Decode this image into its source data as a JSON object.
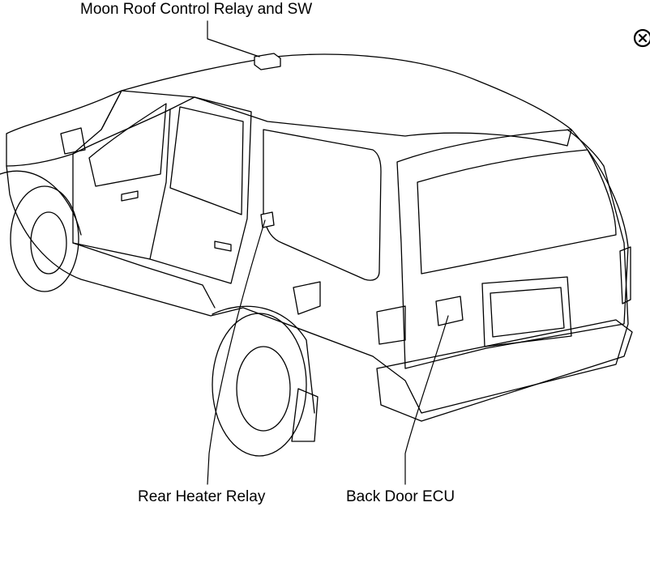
{
  "diagram": {
    "callouts": {
      "moon_roof": "Moon Roof Control Relay and SW",
      "rear_heater": "Rear Heater Relay",
      "back_door": "Back Door ECU"
    },
    "close_icon": "close-circle-icon",
    "line_color": "#000000",
    "background": "#ffffff"
  }
}
